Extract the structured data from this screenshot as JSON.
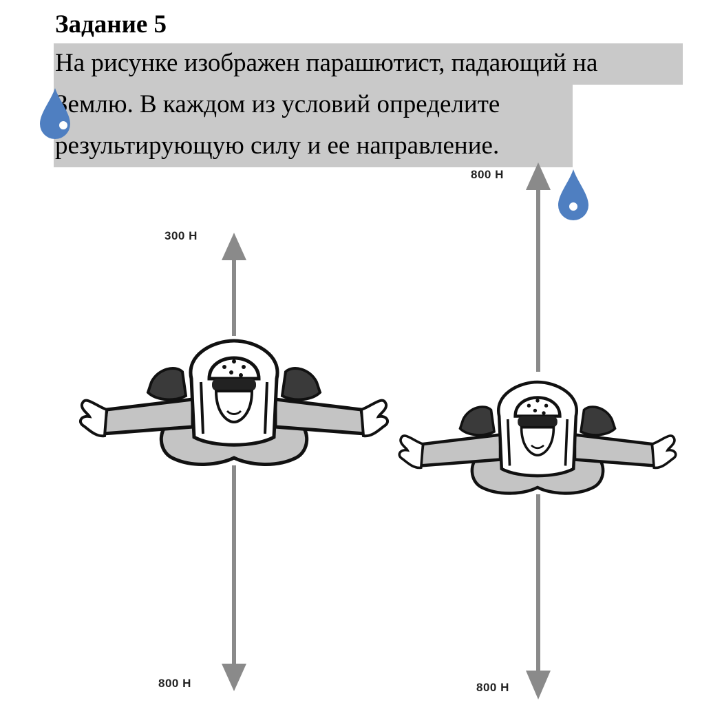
{
  "task": {
    "title": "Задание 5",
    "text_lines": [
      "На рисунке изображен парашютист, падающий на",
      "Землю. В каждом из условий определите",
      "результирующую силу и ее направление."
    ]
  },
  "figures": {
    "left": {
      "up_force": "300 Н",
      "down_force": "800 Н"
    },
    "right": {
      "up_force": "800 Н",
      "down_force": "800 Н"
    }
  },
  "colors": {
    "highlight": "#c9c9c9",
    "arrow": "#8a8a8a",
    "drop": "#4f7fc1"
  }
}
